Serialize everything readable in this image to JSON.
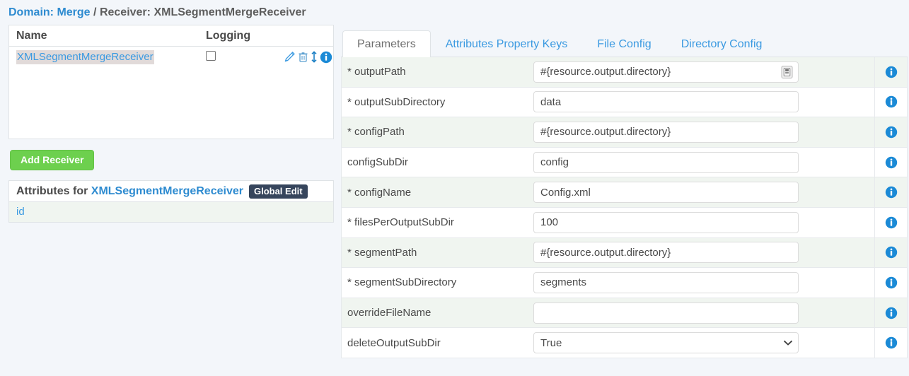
{
  "breadcrumb": {
    "domain_label": "Domain:",
    "domain_value": "Merge",
    "separator": "/",
    "receiver_label": "Receiver:",
    "receiver_value": "XMLSegmentMergeReceiver"
  },
  "receivers_panel": {
    "columns": [
      "Name",
      "Logging"
    ],
    "rows": [
      {
        "name": "XMLSegmentMergeReceiver",
        "logging_checked": false,
        "icons": [
          "pencil-icon",
          "trash-icon",
          "reorder-icon",
          "info-icon"
        ]
      }
    ],
    "add_button": "Add Receiver"
  },
  "attributes_panel": {
    "title_prefix": "Attributes for",
    "title_target": "XMLSegmentMergeReceiver",
    "global_edit": "Global Edit",
    "items": [
      "id"
    ]
  },
  "tabs": [
    {
      "label": "Parameters",
      "active": true
    },
    {
      "label": "Attributes Property Keys",
      "active": false
    },
    {
      "label": "File Config",
      "active": false
    },
    {
      "label": "Directory Config",
      "active": false
    }
  ],
  "parameters": [
    {
      "required": true,
      "name": "outputPath",
      "value": "#{resource.output.directory}",
      "type": "text",
      "trailing_icon": "list-picker-icon"
    },
    {
      "required": true,
      "name": "outputSubDirectory",
      "value": "data",
      "type": "text",
      "trailing_icon": ""
    },
    {
      "required": true,
      "name": "configPath",
      "value": "#{resource.output.directory}",
      "type": "text",
      "trailing_icon": ""
    },
    {
      "required": false,
      "name": "configSubDir",
      "value": "config",
      "type": "text",
      "trailing_icon": ""
    },
    {
      "required": true,
      "name": "configName",
      "value": "Config.xml",
      "type": "text",
      "trailing_icon": ""
    },
    {
      "required": true,
      "name": "filesPerOutputSubDir",
      "value": "100",
      "type": "text",
      "trailing_icon": ""
    },
    {
      "required": true,
      "name": "segmentPath",
      "value": "#{resource.output.directory}",
      "type": "text",
      "trailing_icon": ""
    },
    {
      "required": true,
      "name": "segmentSubDirectory",
      "value": "segments",
      "type": "text",
      "trailing_icon": ""
    },
    {
      "required": false,
      "name": "overrideFileName",
      "value": "",
      "type": "text",
      "trailing_icon": ""
    },
    {
      "required": false,
      "name": "deleteOutputSubDir",
      "value": "True",
      "type": "select",
      "trailing_icon": "chevron-down-icon"
    }
  ],
  "labels": {
    "required_marker": "*",
    "info_tooltip": "i"
  },
  "colors": {
    "link": "#3b9ae1",
    "breadcrumb_link": "#2e8bd0",
    "add_button": "#6dd04e",
    "badge": "#36455c",
    "info_icon": "#1b8ad6",
    "row_alt": "#f0f5f0",
    "selection_highlight": "#e1dad9",
    "page_background": "#f3f6fa"
  }
}
